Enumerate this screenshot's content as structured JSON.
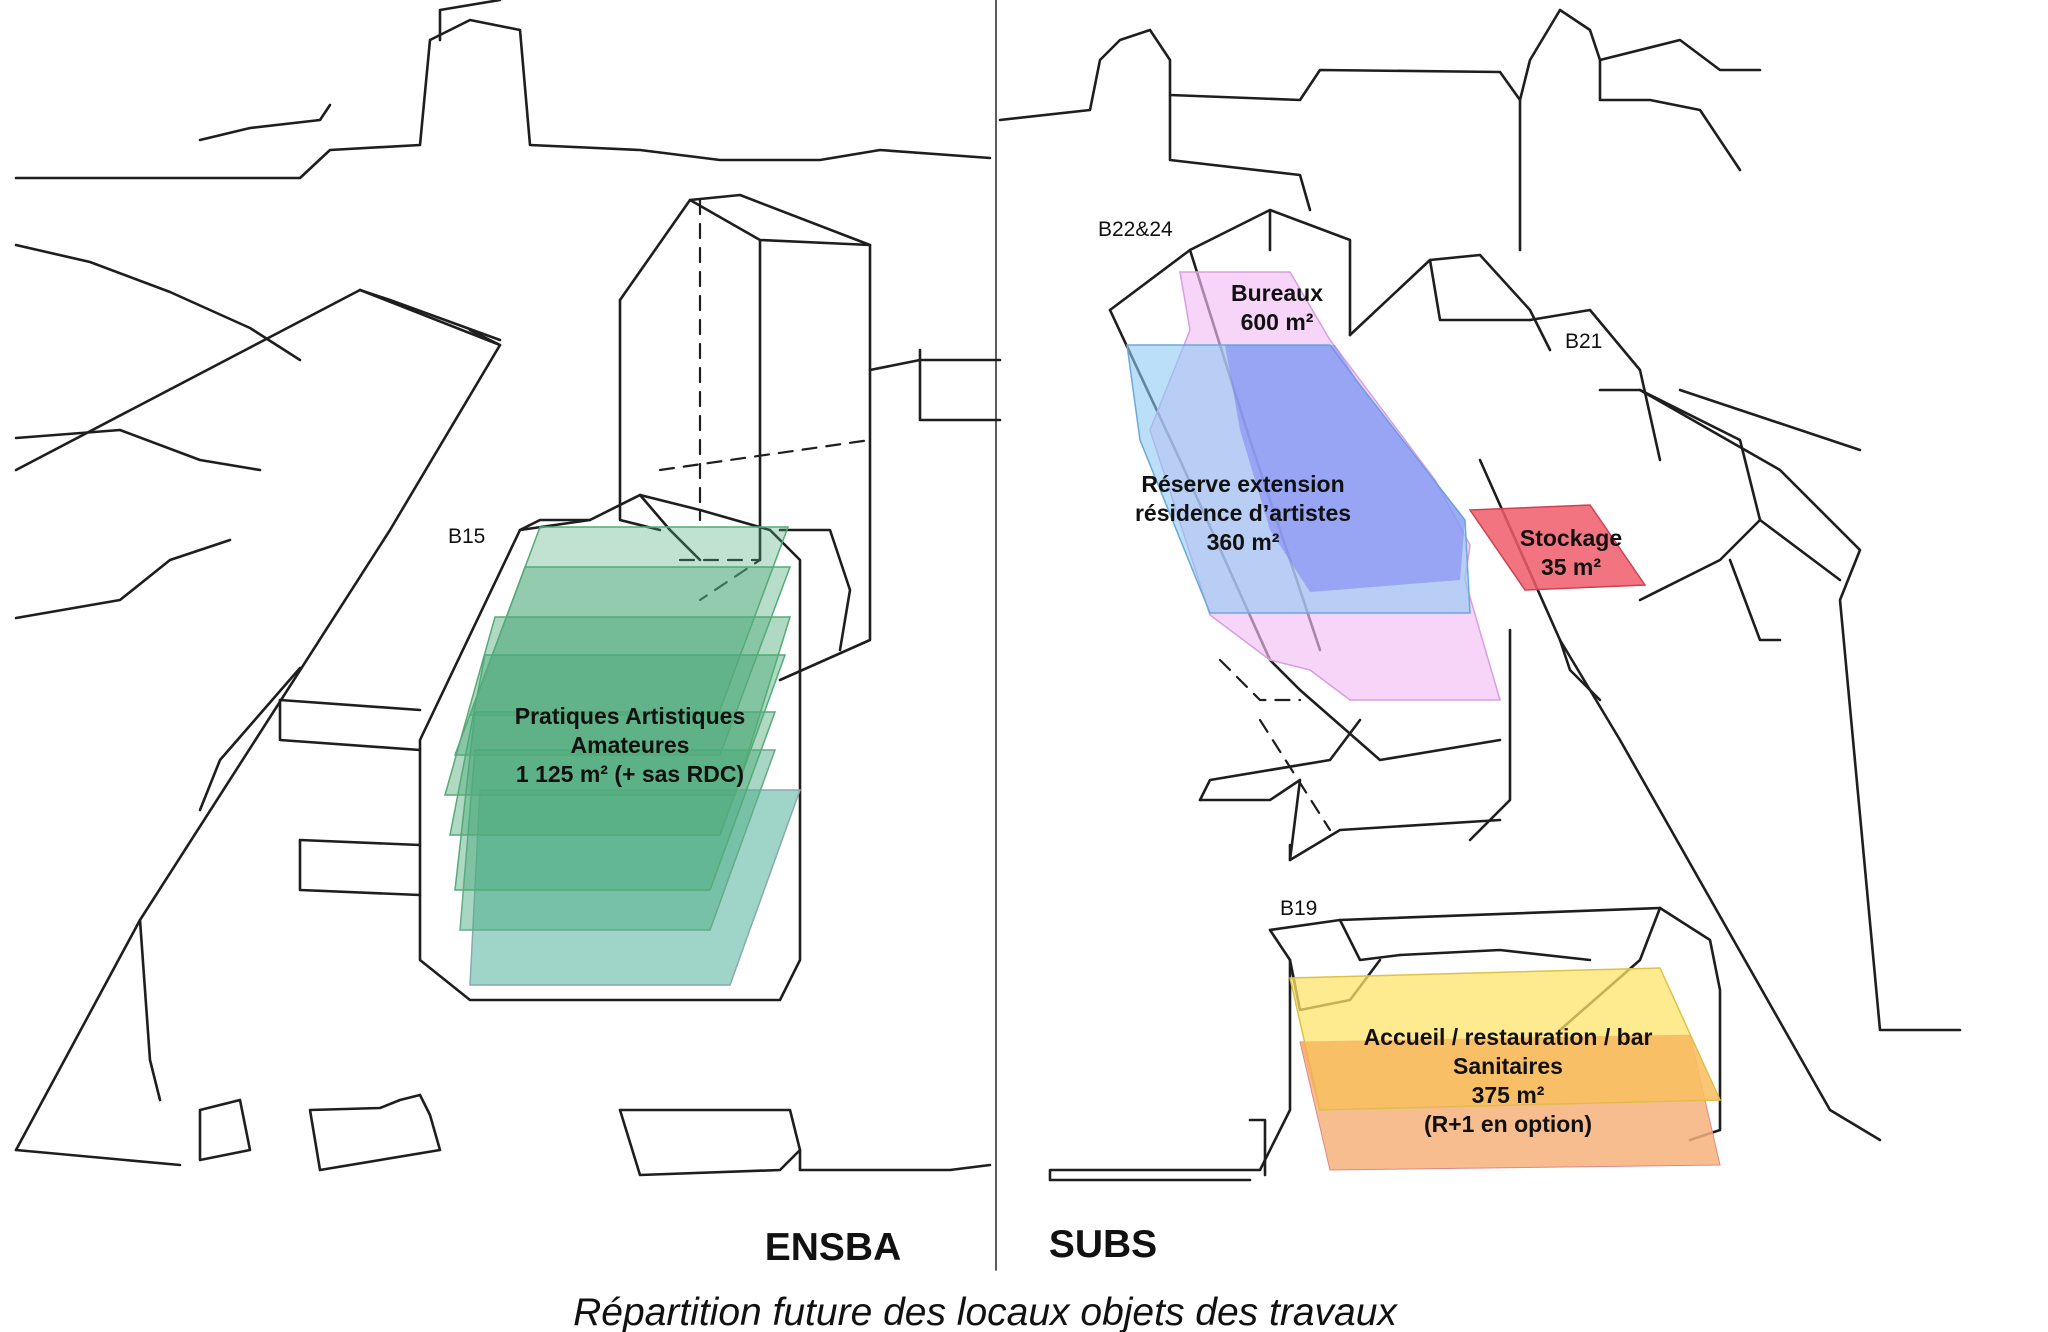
{
  "buildings": {
    "b15": "B15",
    "b22_24": "B22&24",
    "b21": "B21",
    "b19": "B19"
  },
  "zones": {
    "pratiques": {
      "line1": "Pratiques Artistiques",
      "line2": "Amateures",
      "line3": "1 125 m² (+ sas RDC)",
      "color": "#4daa7a"
    },
    "bureaux": {
      "line1": "Bureaux",
      "line2": "600 m²",
      "color": "#f3bff5"
    },
    "reserve": {
      "line1": "Réserve extension",
      "line2": "résidence d’artistes",
      "line3": "360 m²",
      "color": "#8ec9f4"
    },
    "stockage": {
      "line1": "Stockage",
      "line2": "35 m²",
      "color": "#ee5c6a"
    },
    "accueil": {
      "line1": "Accueil / restauration / bar",
      "line2": "Sanitaires",
      "line3": "375 m²",
      "line4": "(R+1 en option)",
      "color_ground": "#f7b27a",
      "color_upper": "#fde36a"
    }
  },
  "sides": {
    "left": "ENSBA",
    "right": "SUBS"
  },
  "caption": "Répartition future des locaux objets des travaux"
}
